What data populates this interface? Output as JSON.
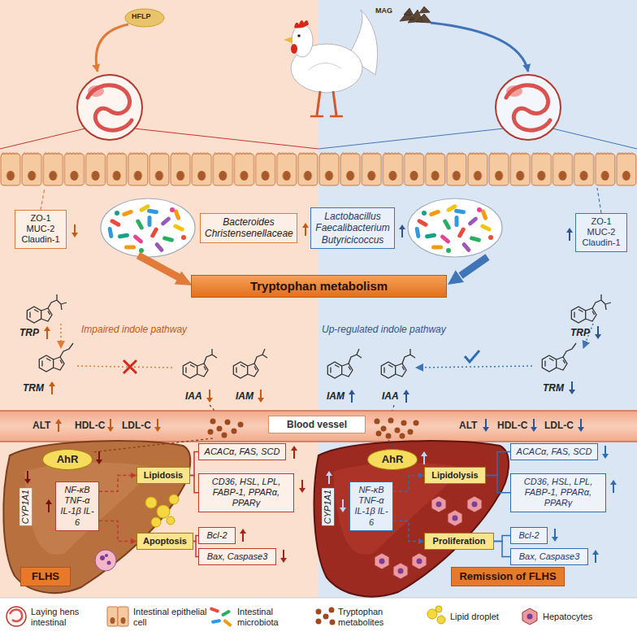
{
  "diagram": {
    "nodes": [
      {
        "text": [
          "ZO-1 MUC-2 Claudin-1"
        ]
      },
      {
        "text": [
          "Bacteroides Christensenellaceae"
        ]
      },
      {
        "text": [
          "Lactobacillus Faecalibacterium Butyricicoccus"
        ]
      },
      {
        "text": [
          "ZO-1 MUC-2 Claudin-1"
        ]
      },
      {
        "text": [
          "Tryptophan metabolism"
        ]
      },
      {
        "text": [
          "Blood vessel"
        ]
      },
      {
        "text": [
          "AhR"
        ]
      },
      {
        "text": [
          "NF-κB TNF-α IL-1β IL-6"
        ]
      },
      {
        "text": [
          "Lipidosis"
        ]
      },
      {
        "text": [
          "ACACα, FAS, SCD"
        ]
      },
      {
        "text": [
          "CD36, HSL, LPL, FABP-1, PPARα, PPARγ"
        ]
      },
      {
        "text": [
          "Apoptosis"
        ]
      },
      {
        "text": [
          "Bcl-2"
        ]
      },
      {
        "text": [
          "Bax, Caspase3"
        ]
      },
      {
        "text": [
          "FLHS"
        ]
      },
      {
        "text": [
          "AhR"
        ]
      },
      {
        "text": [
          "NF-κB TNF-α IL-1β IL-6"
        ]
      },
      {
        "text": [
          "Lipidolysis"
        ]
      },
      {
        "text": [
          "ACACα, FAS, SCD"
        ]
      },
      {
        "text": [
          "CD36, HSL, LPL, FABP-1, PPARα, PPARγ"
        ]
      },
      {
        "text": [
          "Proliferation"
        ]
      },
      {
        "text": [
          "Bcl-2"
        ]
      },
      {
        "text": [
          "Bax, Caspase3"
        ]
      },
      {
        "text": [
          "Remission of FLHS"
        ]
      }
    ],
    "edges": [
      {
        "from": 8,
        "to": 9,
        "arrow": "none"
      },
      {
        "from": 8,
        "to": 10,
        "arrow": "none"
      },
      {
        "from": 11,
        "to": 12,
        "arrow": "none"
      },
      {
        "from": 11,
        "to": 13,
        "arrow": "none"
      },
      {
        "from": 7,
        "to": 8,
        "arrow": "to"
      },
      {
        "from": 7,
        "to": 11,
        "arrow": "to"
      },
      {
        "from": 17,
        "to": 18,
        "arrow": "none"
      },
      {
        "from": 17,
        "to": 19,
        "arrow": "none"
      },
      {
        "from": 20,
        "to": 21,
        "arrow": "none"
      },
      {
        "from": 20,
        "to": 22,
        "arrow": "none"
      },
      {
        "from": 16,
        "to": 17,
        "arrow": "to"
      },
      {
        "from": 16,
        "to": 20,
        "arrow": "to"
      }
    ],
    "labels": [
      "HFLP",
      "MAG",
      "TRP",
      "TRM",
      "Impaired indole pathway",
      "IAA",
      "IAM",
      "Up-regulated indole pathway",
      "IAM",
      "IAA",
      "TRM",
      "TRP",
      "ALT",
      "HDL-C",
      "LDL-C",
      "ALT",
      "HDL-C",
      "LDL-C",
      "CYP1A1",
      "CYP1A1"
    ],
    "legend": [
      {
        "text": "Laying hens intestinal"
      },
      {
        "text": "Intestinal epithelial cell"
      },
      {
        "text": "Intestinal microbiota"
      },
      {
        "text": "Tryptophan metabolites"
      },
      {
        "text": "Lipid droplet"
      },
      {
        "text": "Hepatocytes"
      }
    ]
  }
}
